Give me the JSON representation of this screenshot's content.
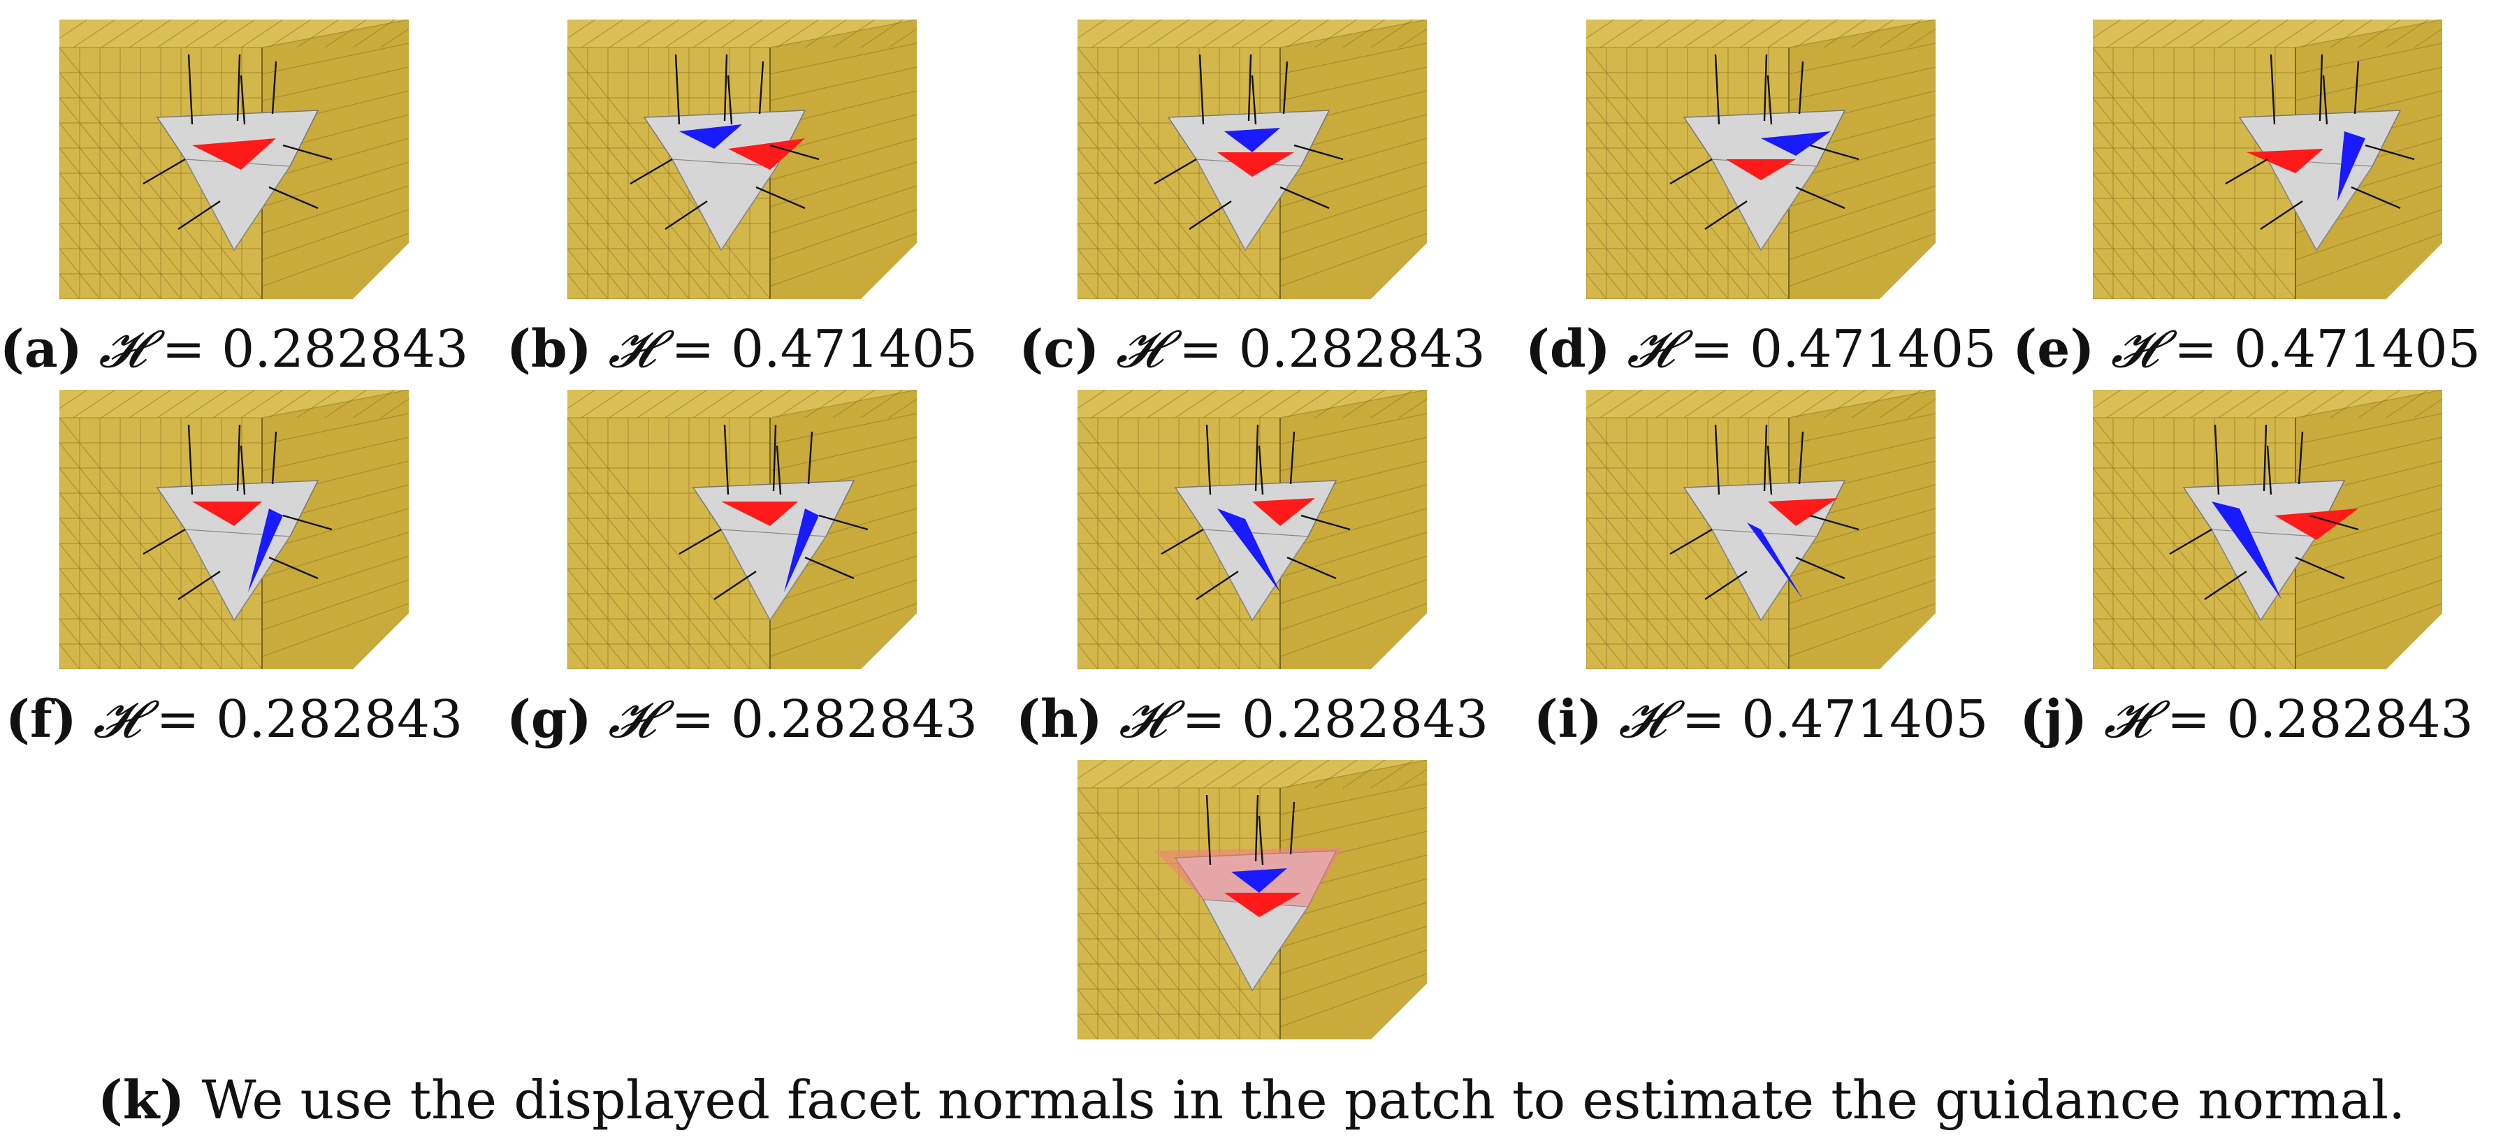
{
  "colors": {
    "mesh_yellow": "#d4b74a",
    "mesh_yellow_dark": "#b99a2e",
    "patch_gray": "#d6d6d6",
    "highlight_red": "#ff1a1a",
    "highlight_blue": "#1a1aff",
    "normal_line": "#111111"
  },
  "panels": [
    {
      "label": "(a)",
      "symbol": "𝓗",
      "equals": "=",
      "value": "0.282843",
      "variant": "a"
    },
    {
      "label": "(b)",
      "symbol": "𝓗",
      "equals": "=",
      "value": "0.471405",
      "variant": "b"
    },
    {
      "label": "(c)",
      "symbol": "𝓗",
      "equals": "=",
      "value": "0.282843",
      "variant": "c"
    },
    {
      "label": "(d)",
      "symbol": "𝓗",
      "equals": "=",
      "value": "0.471405",
      "variant": "d"
    },
    {
      "label": "(e)",
      "symbol": "𝓗",
      "equals": "=",
      "value": "0.471405",
      "variant": "e"
    },
    {
      "label": "(f)",
      "symbol": "𝓗",
      "equals": "=",
      "value": "0.282843",
      "variant": "f"
    },
    {
      "label": "(g)",
      "symbol": "𝓗",
      "equals": "=",
      "value": "0.282843",
      "variant": "g"
    },
    {
      "label": "(h)",
      "symbol": "𝓗",
      "equals": "=",
      "value": "0.282843",
      "variant": "h"
    },
    {
      "label": "(i)",
      "symbol": "𝓗",
      "equals": "=",
      "value": "0.471405",
      "variant": "i"
    },
    {
      "label": "(j)",
      "symbol": "𝓗",
      "equals": "=",
      "value": "0.282843",
      "variant": "j"
    }
  ],
  "final_panel": {
    "label": "(k)",
    "text": "We use the displayed facet normals in the patch to estimate the guidance normal."
  }
}
